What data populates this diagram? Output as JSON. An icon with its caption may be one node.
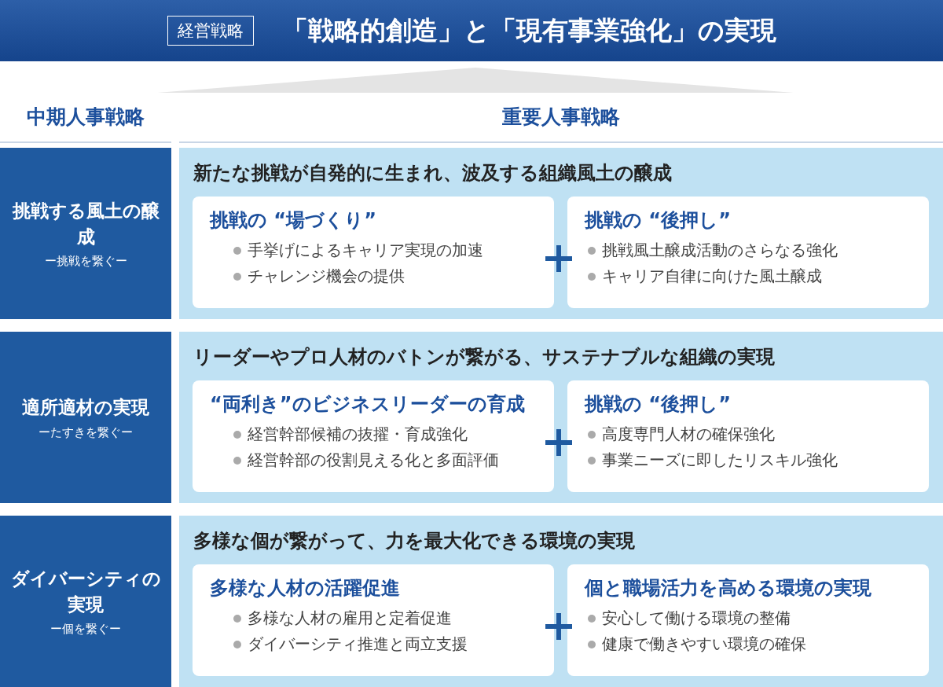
{
  "diagram": {
    "nodes": [
      {
        "text": [
          "経営戦略",
          "「戦略的創造」と「現有事業強化」の実現"
        ]
      },
      {
        "text": [],
        "shape": "triangle"
      },
      {
        "text": [
          "挑戦する風土の醸成",
          "ー挑戦を繋ぐー"
        ]
      },
      {
        "text": [
          "新たな挑戦が自発的に生まれ、波及する組織風土の醸成"
        ]
      },
      {
        "text": [
          "挑戦の “場づくり”",
          "手挙げによるキャリア実現の加速",
          "チャレンジ機会の提供"
        ],
        "in": 3
      },
      {
        "text": [
          "挑戦の “後押し”",
          "挑戦風土醸成活動のさらなる強化",
          "キャリア自律に向けた風土醸成"
        ],
        "in": 3
      },
      {
        "text": [
          "適所適材の実現",
          "ーたすきを繋ぐー"
        ]
      },
      {
        "text": [
          "リーダーやプロ人材のバトンが繋がる、サステナブルな組織の実現"
        ]
      },
      {
        "text": [
          "“両利き”のビジネスリーダーの育成",
          "経営幹部候補の抜擢・育成強化",
          "経営幹部の役割見える化と多面評価"
        ],
        "in": 7
      },
      {
        "text": [
          "挑戦の “後押し”",
          "高度専門人材の確保強化",
          "事業ニーズに即したリスキル強化"
        ],
        "in": 7
      },
      {
        "text": [
          "ダイバーシティの実現",
          "ー個を繋ぐー"
        ]
      },
      {
        "text": [
          "多様な個が繋がって、力を最大化できる環境の実現"
        ]
      },
      {
        "text": [
          "多様な人材の活躍促進",
          "多様な人材の雇用と定着促進",
          "ダイバーシティ推進と両立支援"
        ],
        "in": 11
      },
      {
        "text": [
          "個と職場活力を高める環境の実現",
          "安心して働ける環境の整備",
          "健康で働きやすい環境の確保"
        ],
        "in": 11
      }
    ],
    "labels": [
      "中期人事戦略",
      "重要人事戦略"
    ]
  }
}
